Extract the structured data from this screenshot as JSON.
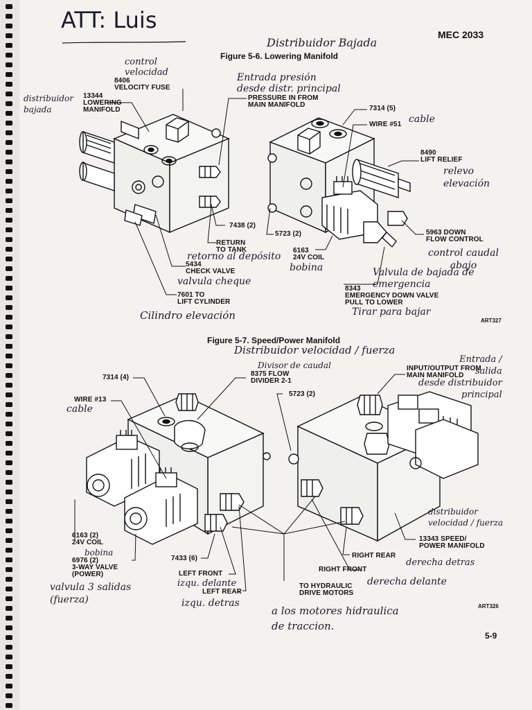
{
  "page_header": {
    "handwritten_title": "ATT: Luis",
    "doc_code": "MEC 2033",
    "page_number": "5-9"
  },
  "figure_1": {
    "caption": "Figure 5-6.  Lowering Manifold",
    "caption_handwritten": "Distribuidor Bajada",
    "art_ref": "ART327",
    "labels": {
      "velocity_fuse": "8406\nVELOCITY FUSE",
      "lowering_manifold": "13344\nLOWERING\nMANIFOLD",
      "pressure_in": "PRESSURE IN FROM\nMAIN MANIFOLD",
      "p7314": "7314 (5)",
      "wire51": "WIRE #51",
      "lift_relief": "8490\nLIFT RELIEF",
      "p7438": "7438 (2)",
      "p5723": "5723 (2)",
      "down_flow": "5963 DOWN\nFLOW CONTROL",
      "return_tank": "RETURN\nTO TANK",
      "coil": "6163\n24V COIL",
      "check_valve": "5434\nCHECK VALVE",
      "lift_cylinder": "7601 TO\nLIFT CYLINDER",
      "emergency": "8343\nEMERGENCY DOWN VALVE\nPULL TO LOWER"
    },
    "handnotes": {
      "velocity": "control\nvelocidad",
      "dist_bajada": "distribuidor\nbajada",
      "entrada": "Entrada presión\ndesde distr. principal",
      "cable": "cable",
      "relevo": "relevo\nelevación",
      "retorno": "retorno al depósito",
      "control_caudal": "control caudal\nabajo",
      "bobina": "bobina",
      "valvula_cheque": "valvula cheque",
      "valvula_bajada": "Valvula de bajada de\nemergencia",
      "cilindro": "Cilindro elevación",
      "tirar": "Tirar para bajar"
    }
  },
  "figure_2": {
    "caption": "Figure 5-7.  Speed/Power Manifold",
    "caption_handwritten": "Distribuidor velocidad / fuerza",
    "art_ref": "ART326",
    "labels": {
      "p7314": "7314 (4)",
      "flow_divider": "8375 FLOW\nDIVIDER 2-1",
      "p5723": "5723 (2)",
      "input_output": "INPUT/OUTPUT FROM\nMAIN MANIFOLD",
      "wire13": "WIRE #13",
      "coil2": "6163 (2)\n24V COIL",
      "valve3": "6976 (2)\n3-WAY VALVE\n(POWER)",
      "p7433": "7433 (6)",
      "left_front": "LEFT FRONT",
      "left_rear": "LEFT REAR",
      "right_front": "RIGHT FRONT",
      "right_rear": "RIGHT REAR",
      "drive_motors": "TO HYDRAULIC\nDRIVE MOTORS",
      "speed_manifold": "13343 SPEED/\nPOWER MANIFOLD"
    },
    "handnotes": {
      "divisor": "Divisor de caudal",
      "entrada": "Entrada /\nsalida\ndesde distribuidor\nprincipal",
      "cable": "cable",
      "bobina": "bobina",
      "valvula3": "valvula 3 salidas\n(fuerza)",
      "izq_delante": "izqu. delante",
      "izq_detras": "izqu. detras",
      "der_detras": "derecha detras",
      "der_delante": "derecha delante",
      "dist_vel": "distribuidor\nvelocidad / fuerza",
      "motores": "a los motores hidraulica\nde traccion."
    }
  }
}
